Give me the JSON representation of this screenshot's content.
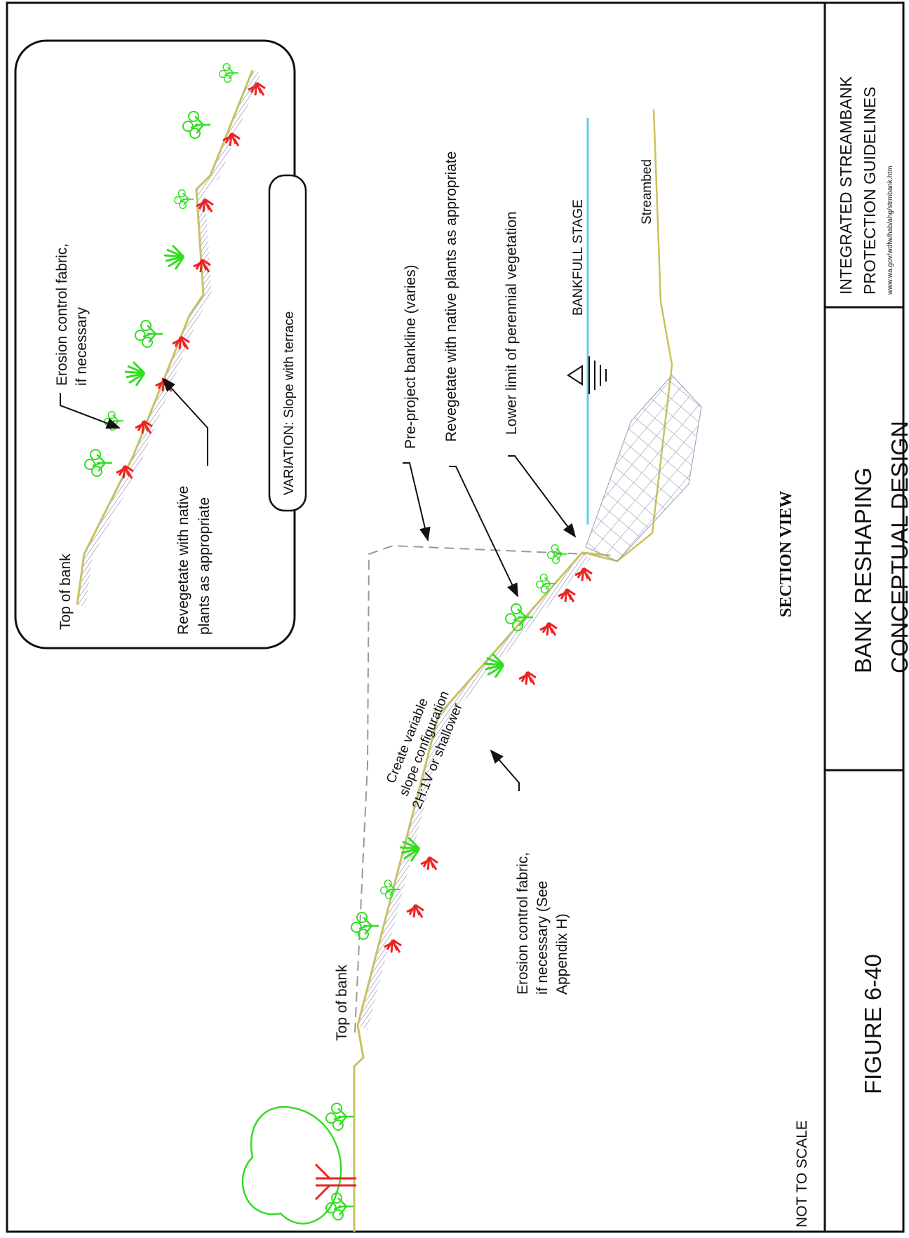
{
  "title_block": {
    "guideline_line1": "INTEGRATED STREAMBANK",
    "guideline_line2": "PROTECTION GUIDELINES",
    "url": "www.wa.gov/wdfw/hab/ahg/strmbank.htm",
    "design_line1": "BANK RESHAPING",
    "design_line2": "CONCEPTUAL DESIGN",
    "figure": "FIGURE 6-40"
  },
  "section_view": "SECTION VIEW",
  "not_to_scale": "NOT TO SCALE",
  "inset": {
    "top_of_bank": "Top of bank",
    "erosion_line1": "Erosion control fabric,",
    "erosion_line2": "if necessary",
    "revegetate_line1": "Revegetate with native",
    "revegetate_line2": "plants as appropriate",
    "variation": "VARIATION: Slope with terrace"
  },
  "main": {
    "pre_project": "Pre-project bankline (varies)",
    "revegetate": "Revegetate with native plants as appropriate",
    "lower_limit": "Lower limit of perennial vegetation",
    "bankfull": "BANKFULL STAGE",
    "streambed": "Streambed",
    "top_of_bank": "Top of bank",
    "slope_line1": "Create variable",
    "slope_line2": "slope configuration",
    "slope_line3": "2H:1V or shallower",
    "erosion_line1": "Erosion control fabric,",
    "erosion_line2": "if necessary (See",
    "erosion_line3": "Appendix H)"
  },
  "colors": {
    "frame": "#111111",
    "shrub": "#33dd22",
    "roots": "#ee2222",
    "water": "#66ccee",
    "ground": "#c9c25a",
    "rock": "#9a9ab8"
  }
}
